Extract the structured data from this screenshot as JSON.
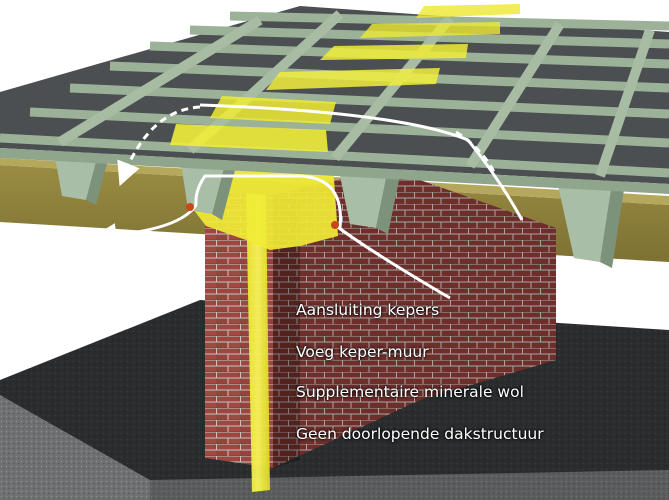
{
  "labels": {
    "item1": "Aansluiting kepers",
    "item2": "Voeg keper-muur",
    "item3": "Supplementaire minerale wol",
    "item4": "Geen doorlopende dakstructuur"
  },
  "colors": {
    "insulation_yellow": "#f2ef30",
    "rafter_green": "#9fb59c",
    "batten_green": "#95ab91",
    "roof_panel": "#4b4f52",
    "ceiling_olive": "#8b7e3a",
    "brick": "#8e3c36",
    "floor_dark": "#27292b",
    "joint_dot": "#c8471b",
    "airflow_white": "#ffffff"
  },
  "icons": {
    "arrows": "airflow-arrow-icon",
    "dots": "joint-dot-icon"
  }
}
